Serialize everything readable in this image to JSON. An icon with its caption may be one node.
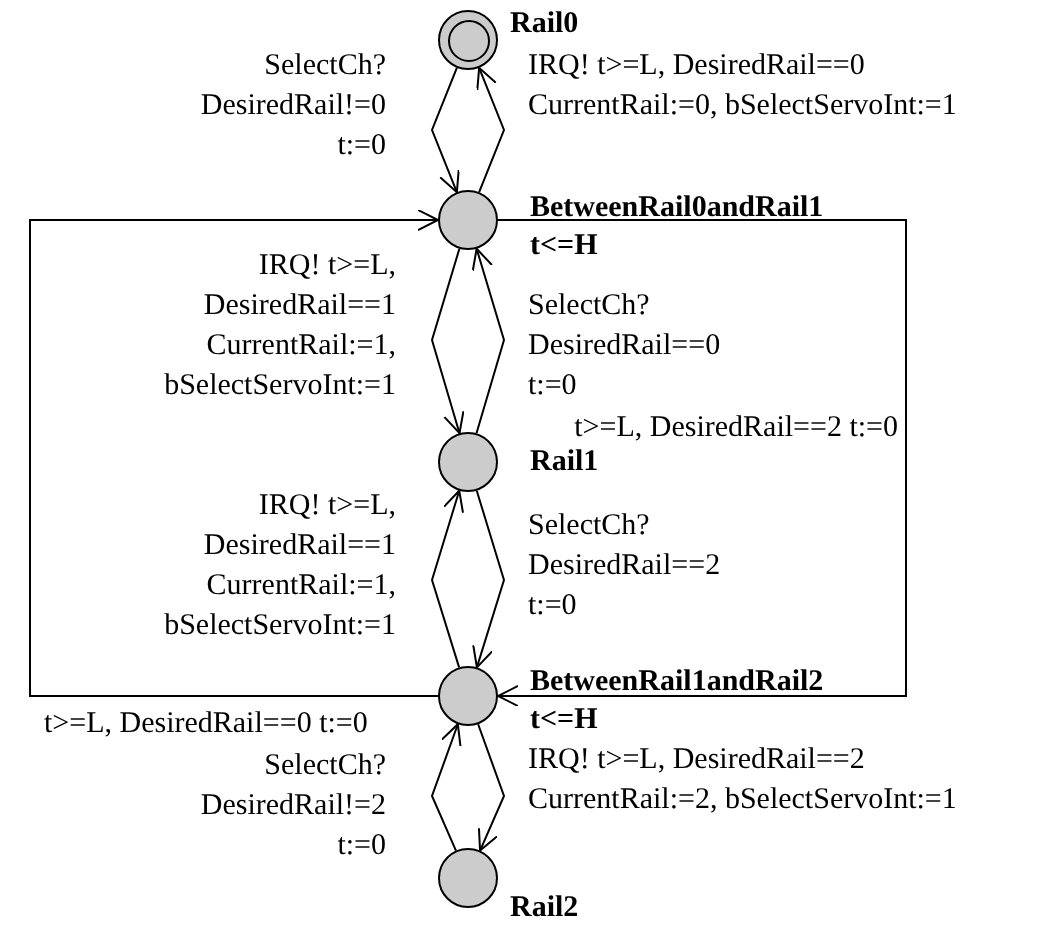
{
  "diagram": {
    "nodes": [
      {
        "text": [
          "Rail0"
        ]
      },
      {
        "text": [
          "BetweenRail0andRail1",
          "t<=H"
        ]
      },
      {
        "text": [
          "Rail1"
        ]
      },
      {
        "text": [
          "BetweenRail1andRail2",
          "t<=H"
        ]
      },
      {
        "text": [
          "Rail2"
        ]
      }
    ],
    "edges": [
      {
        "from": 0,
        "to": 1,
        "arrow": "to",
        "label": "SelectCh? DesiredRail!=0 t:=0"
      },
      {
        "from": 1,
        "to": 0,
        "arrow": "to",
        "label": "IRQ! t>=L, DesiredRail==0 CurrentRail:=0, bSelectServoInt:=1"
      },
      {
        "from": 1,
        "to": 2,
        "arrow": "to",
        "label": "IRQ! t>=L, DesiredRail==1 CurrentRail:=1, bSelectServoInt:=1"
      },
      {
        "from": 2,
        "to": 1,
        "arrow": "to",
        "label": "SelectCh? DesiredRail==0 t:=0"
      },
      {
        "from": 1,
        "to": 3,
        "arrow": "to",
        "label": "t>=L, DesiredRail==2 t:=0"
      },
      {
        "from": 3,
        "to": 2,
        "arrow": "to",
        "label": "IRQ! t>=L, DesiredRail==1 CurrentRail:=1, bSelectServoInt:=1"
      },
      {
        "from": 2,
        "to": 3,
        "arrow": "to",
        "label": "SelectCh? DesiredRail==2 t:=0"
      },
      {
        "from": 3,
        "to": 1,
        "arrow": "to",
        "label": "t>=L, DesiredRail==0 t:=0"
      },
      {
        "from": 4,
        "to": 3,
        "arrow": "to",
        "label": "SelectCh? DesiredRail!=2 t:=0"
      },
      {
        "from": 3,
        "to": 4,
        "arrow": "to",
        "label": "IRQ! t>=L, DesiredRail==2 CurrentRail:=2, bSelectServoInt:=1"
      }
    ]
  }
}
